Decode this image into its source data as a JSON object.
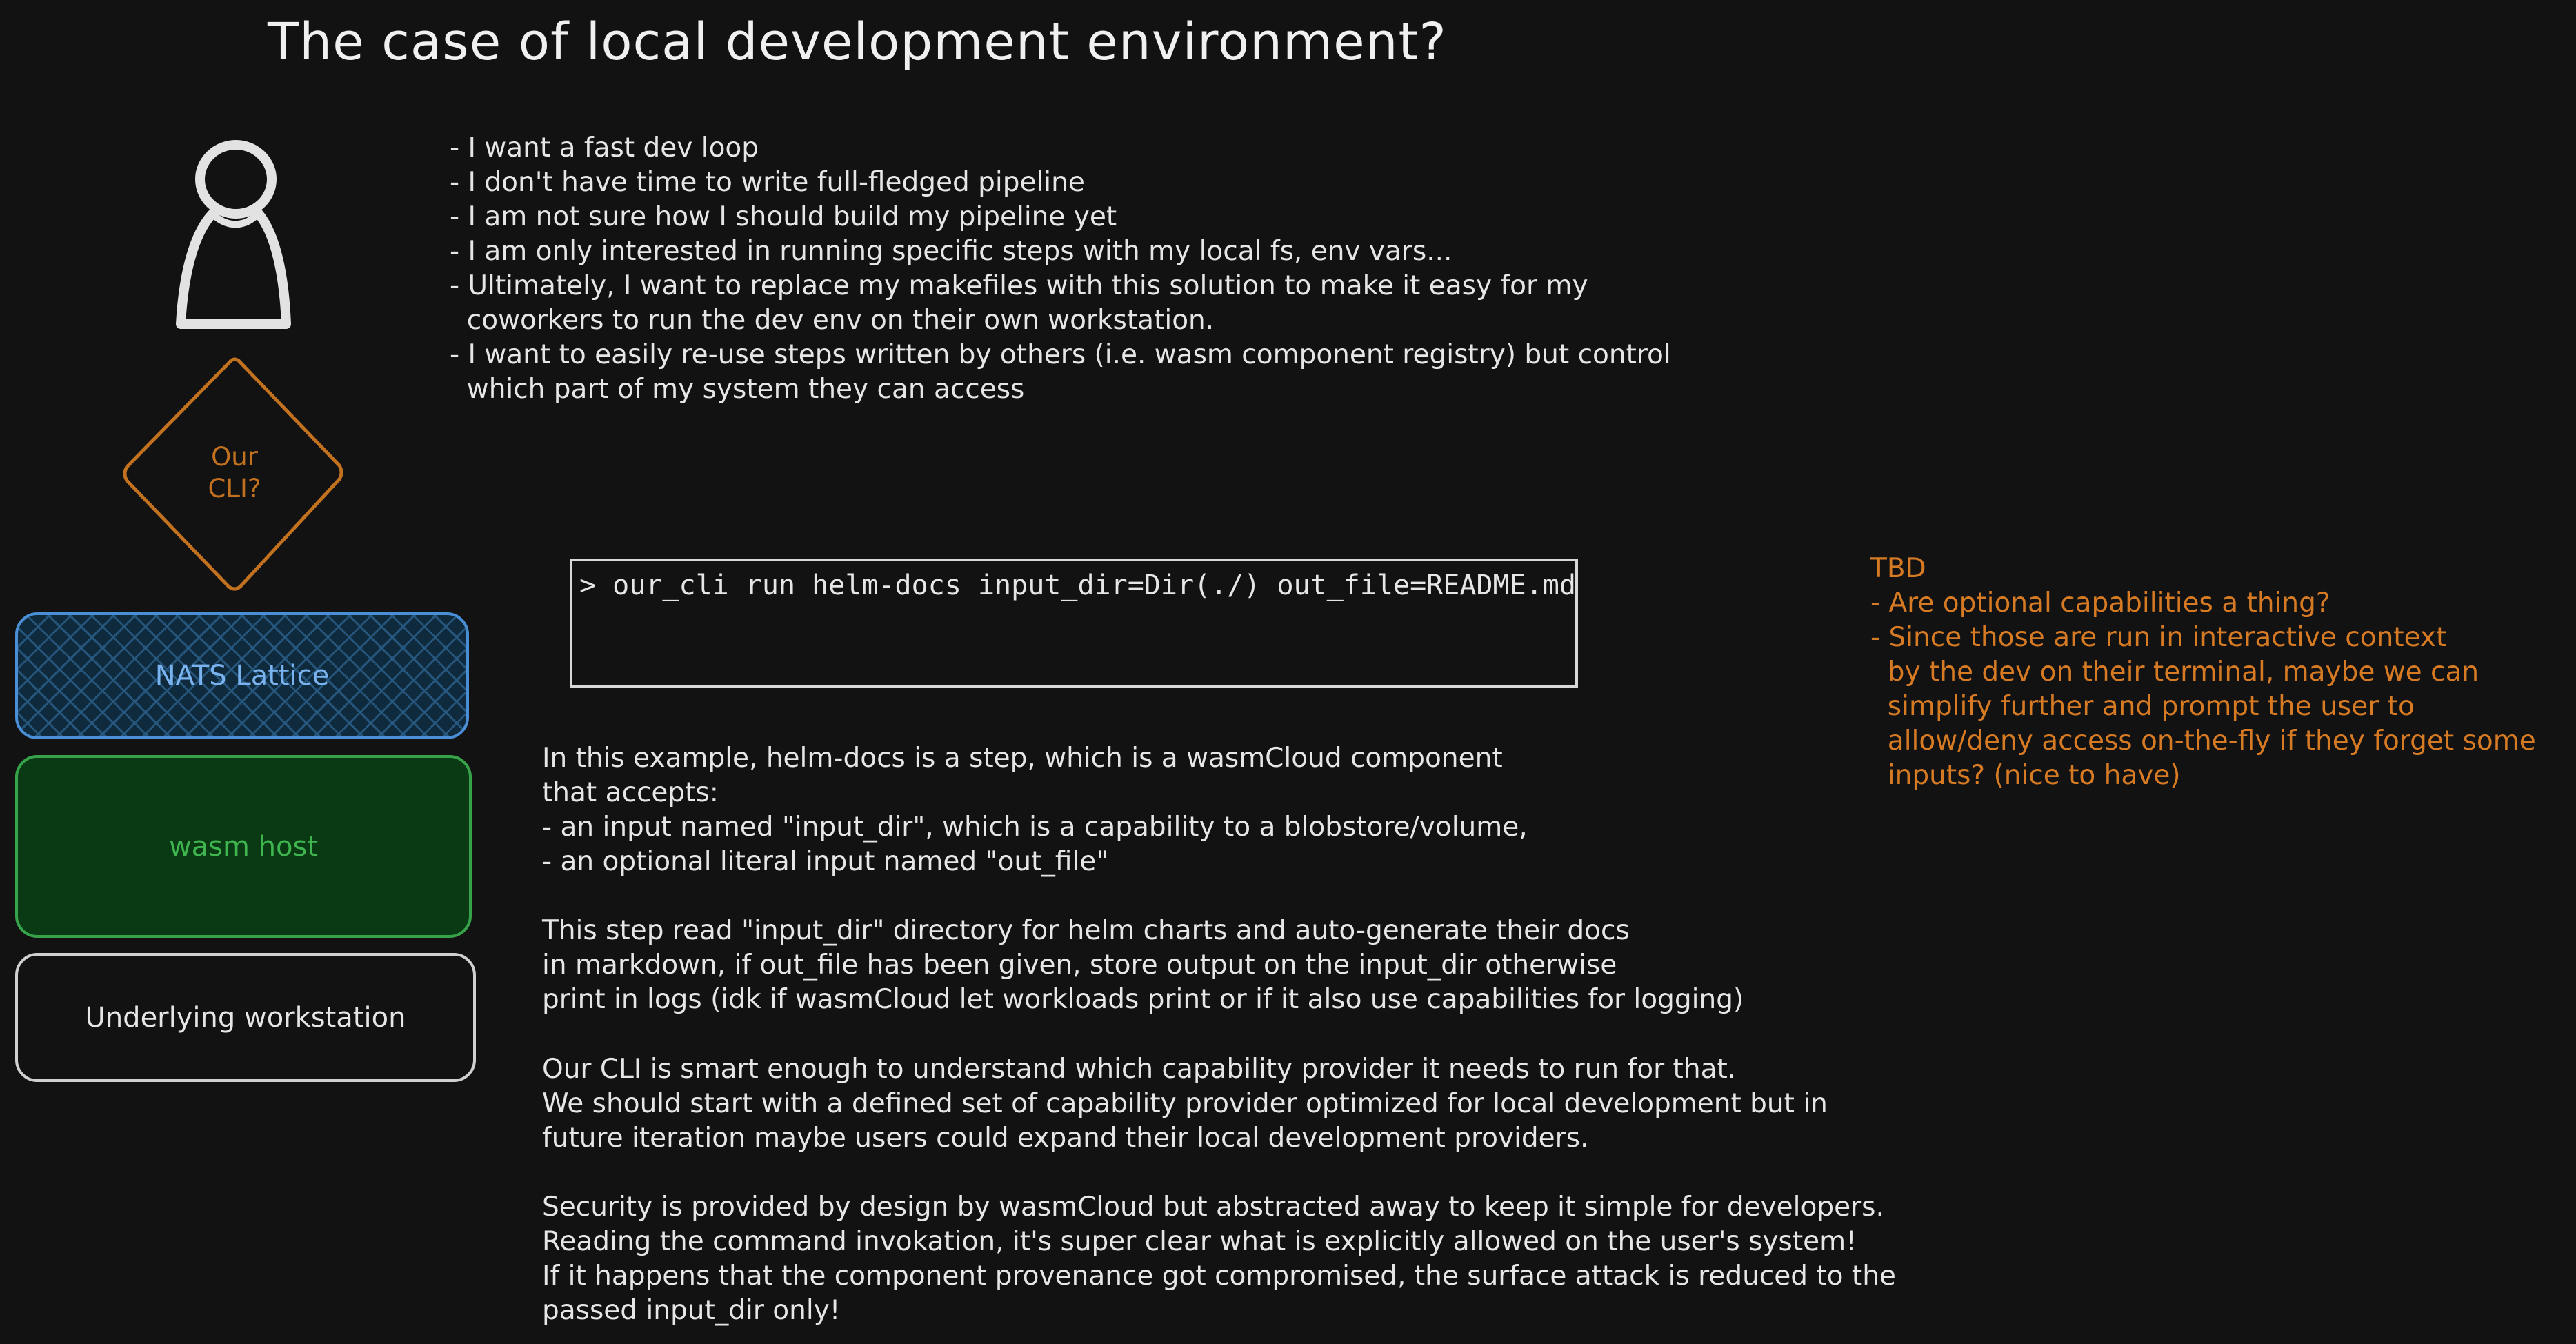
{
  "title": "The case of local development environment?",
  "persona_bullets": [
    "- I want a fast dev loop",
    "- I don't have time to write full-fledged pipeline",
    "- I am not sure how I should build my pipeline yet",
    "- I am only interested in running specific steps with my local fs, env vars...",
    "- Ultimately, I want to replace my makefiles with this solution to make it easy for my",
    "  coworkers to run the dev env on their own workstation.",
    "- I want to easily re-use steps written by others (i.e. wasm component registry) but control",
    "  which part of my system they can access"
  ],
  "diagram": {
    "cli_label_line1": "Our",
    "cli_label_line2": "CLI?",
    "nats_label": "NATS Lattice",
    "wasm_host_label": "wasm host",
    "workstation_label": "Underlying workstation"
  },
  "command": "> our_cli run helm-docs input_dir=Dir(./) out_file=README.md",
  "paragraphs": {
    "p1": [
      "In this example, helm-docs is a step, which is a wasmCloud component",
      "that accepts:",
      "- an input named \"input_dir\", which is a capability to a blobstore/volume,",
      "- an optional literal input named \"out_file\""
    ],
    "p2": [
      "This step read \"input_dir\" directory for helm charts and auto-generate their docs",
      "in markdown, if out_file has been given, store output on the input_dir otherwise",
      "print in logs (idk if wasmCloud let workloads print or if it also use capabilities for logging)"
    ],
    "p3": [
      "Our CLI is smart enough to understand which capability provider it needs to run for that.",
      "We should start with a defined set of capability provider optimized for local development but in",
      "future iteration maybe users could expand their local development providers."
    ],
    "p4": [
      "Security is provided by design by wasmCloud but abstracted away to keep it simple for developers.",
      "Reading the command invokation, it's super clear what is explicitly allowed on the user's system!",
      "If it happens that the component provenance got compromised, the surface attack is reduced to the",
      "passed input_dir only!"
    ]
  },
  "tbd": [
    "TBD",
    "- Are optional capabilities a thing?",
    "- Since those are run in interactive context",
    "  by the dev on their terminal, maybe we can",
    "  simplify further and prompt the user to",
    "  allow/deny access on-the-fly if they forget some",
    "  inputs? (nice to have)"
  ],
  "colors": {
    "background": "#121212",
    "text": "#e6e6e6",
    "orange": "#d67a24",
    "nats_blue": "#4a8fd6",
    "wasm_green": "#36a34a"
  },
  "icons": {
    "person": "person-icon"
  }
}
